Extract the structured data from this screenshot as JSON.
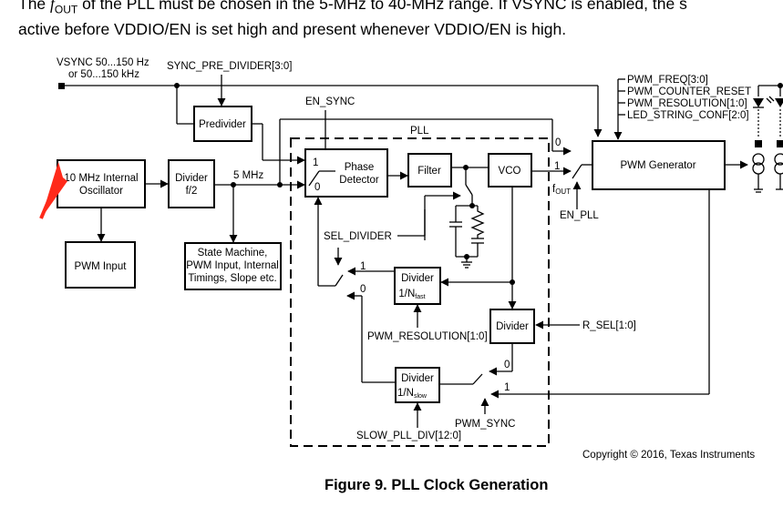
{
  "intro_text": {
    "line1_prefix": "The ",
    "line1_symbol": "f",
    "line1_sub": "OUT",
    "line1_rest": " of the PLL must be chosen in the 5-MHz to 40-MHz range. If VSYNC is enabled, the s",
    "line2": "active before VDDIO/EN is set high and present whenever VDDIO/EN is high."
  },
  "diagram": {
    "vsync_line1": "VSYNC 50...150 Hz",
    "vsync_line2": "or 50...150 kHz",
    "sync_pre_divider": "SYNC_PRE_DIVIDER[3:0]",
    "predivider": "Predivider",
    "en_sync": "EN_SYNC",
    "pll_label": "PLL",
    "oscillator_line1": "10 MHz Internal",
    "oscillator_line2": "Oscillator",
    "divider_f2_line1": "Divider",
    "divider_f2_line2": "f/2",
    "freq_5mhz": "5 MHz",
    "phase_detector_line1": "Phase",
    "phase_detector_line2": "Detector",
    "filter": "Filter",
    "vco": "VCO",
    "pwm_input": "PWM Input",
    "state_machine_line1": "State Machine,",
    "state_machine_line2": "PWM Input, Internal",
    "state_machine_line3": "Timings, Slope etc.",
    "sel_divider": "SEL_DIVIDER",
    "divider_fast_line1": "Divider",
    "divider_fast_line2": "1/N",
    "divider_fast_sub": "fast",
    "pwm_resolution_in": "PWM_RESOLUTION[1:0]",
    "divider_mid": "Divider",
    "r_sel": "R_SEL[1:0]",
    "divider_slow_line1": "Divider",
    "divider_slow_line2": "1/N",
    "divider_slow_sub": "slow",
    "slow_pll_div": "SLOW_PLL_DIV[12:0]",
    "pwm_sync": "PWM_SYNC",
    "en_pll": "EN_PLL",
    "fout": "f",
    "fout_sub": "OUT",
    "pwm_generator": "PWM Generator",
    "pwm_freq": "PWM_FREQ[3:0]",
    "pwm_counter_reset": "PWM_COUNTER_RESET",
    "pwm_resolution": "PWM_RESOLUTION[1:0]",
    "led_string_conf": "LED_STRING_CONF[2:0]",
    "sw0": "0",
    "sw1": "1",
    "copyright": "Copyright © 2016, Texas Instruments",
    "caption": "Figure 9.  PLL Clock Generation"
  },
  "annotation": {
    "arrow_color": "#ff2a1a"
  }
}
